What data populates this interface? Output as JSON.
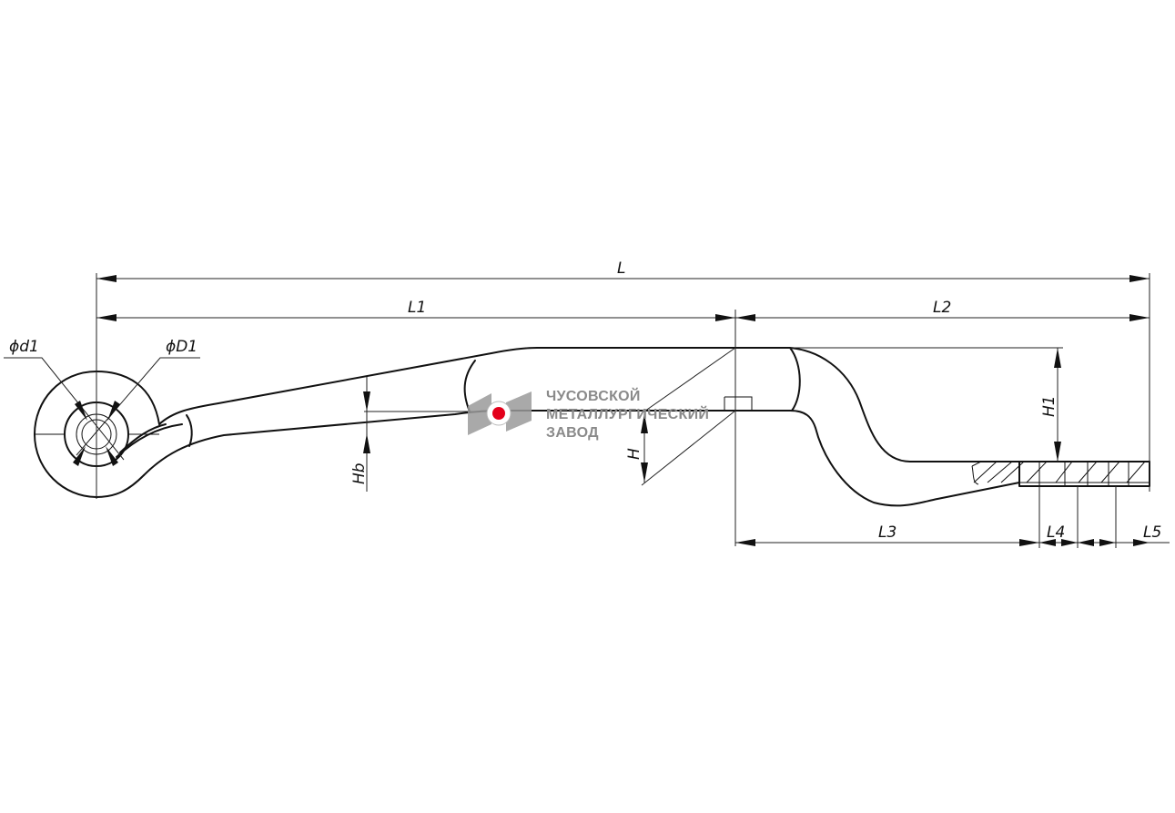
{
  "dimensions": {
    "L": "L",
    "L1": "L1",
    "L2": "L2",
    "L3": "L3",
    "L4": "L4",
    "L5": "L5",
    "H": "H",
    "H1": "H1",
    "Hb": "Hb",
    "d1": "ϕd1",
    "D1": "ϕD1"
  },
  "watermark": {
    "line1": "ЧУСОВСКОЙ",
    "line2": "МЕТАЛЛУРГИЧЕСКИЙ",
    "line3": "ЗАВОД",
    "colors": {
      "logo_gray": "#9a9a9a",
      "logo_red": "#e3001b"
    }
  }
}
